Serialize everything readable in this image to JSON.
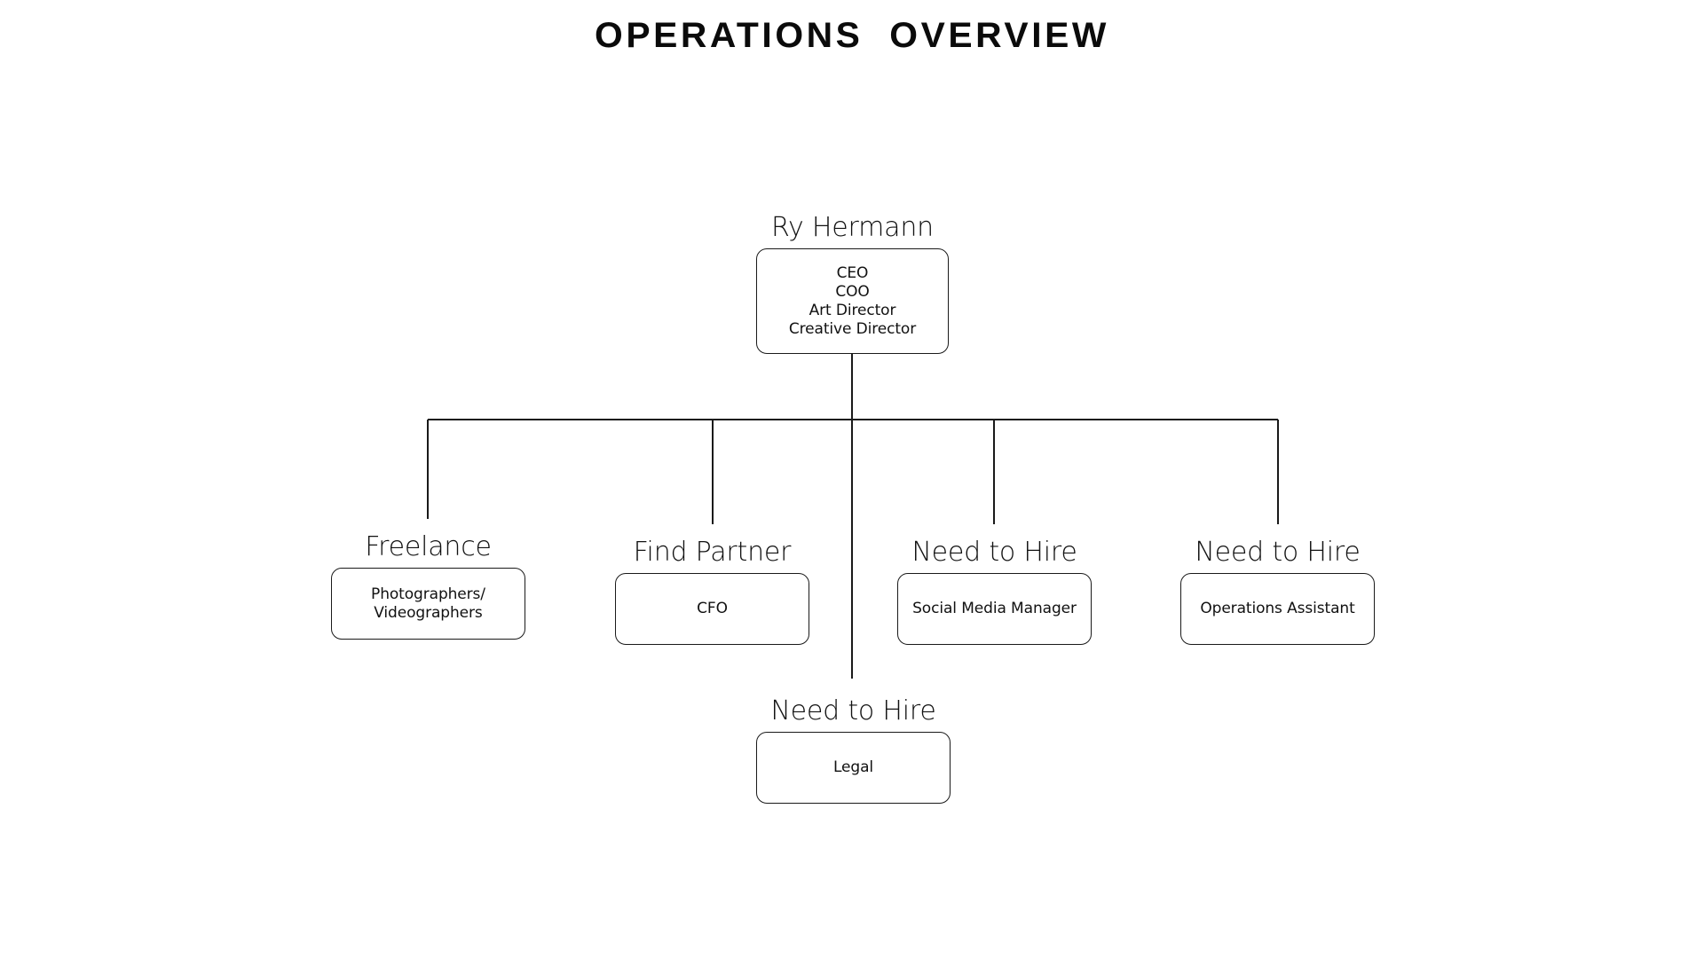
{
  "title": "OPERATIONS  OVERVIEW",
  "colors": {
    "background": "#ffffff",
    "stroke": "#1a1a1a",
    "text": "#111111",
    "title": "#0b0b0b"
  },
  "chart_data": {
    "type": "diagram",
    "diagram_type": "organizational-chart",
    "title": "OPERATIONS  OVERVIEW",
    "orientation": "top-down",
    "root": {
      "id": "root",
      "label": "Ry Hermann",
      "roles": "CEO\nCOO\nArt Director\nCreative Director"
    },
    "children": [
      {
        "id": "freelance",
        "label": "Freelance",
        "roles": "Photographers/\nVideographers"
      },
      {
        "id": "partner",
        "label": "Find Partner",
        "roles": "CFO"
      },
      {
        "id": "social",
        "label": "Need to Hire",
        "roles": "Social Media Manager"
      },
      {
        "id": "operations",
        "label": "Need to Hire",
        "roles": "Operations Assistant"
      },
      {
        "id": "legal",
        "label": "Need to Hire",
        "roles": "Legal"
      }
    ],
    "edges": [
      {
        "from": "root",
        "to": "freelance"
      },
      {
        "from": "root",
        "to": "partner"
      },
      {
        "from": "root",
        "to": "social"
      },
      {
        "from": "root",
        "to": "operations"
      },
      {
        "from": "root",
        "to": "legal"
      }
    ]
  },
  "nodes": {
    "root": {
      "label": "Ry Hermann",
      "roles": "CEO\nCOO\nArt Director\nCreative Director"
    },
    "freelance": {
      "label": "Freelance",
      "roles": "Photographers/\nVideographers"
    },
    "partner": {
      "label": "Find Partner",
      "roles": "CFO"
    },
    "social": {
      "label": "Need to Hire",
      "roles": "Social Media Manager"
    },
    "operations": {
      "label": "Need to Hire",
      "roles": "Operations Assistant"
    },
    "legal": {
      "label": "Need to Hire",
      "roles": "Legal"
    }
  }
}
